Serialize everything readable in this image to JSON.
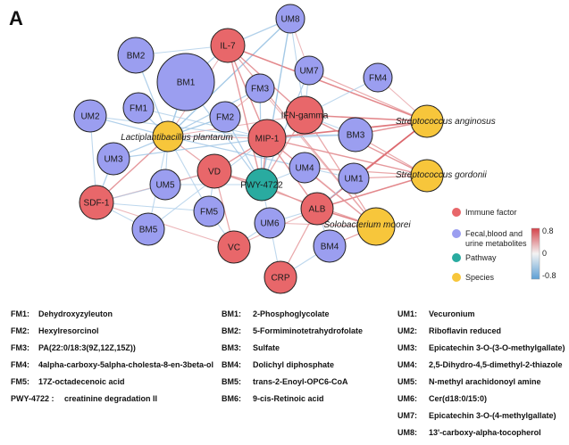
{
  "panel_label": "A",
  "colors": {
    "immune": "#e8676a",
    "metabolite": "#9b9ef0",
    "pathway": "#29aba0",
    "species": "#f7c63b",
    "positive_edge": "#d4434a",
    "negative_edge": "#5d9fd4"
  },
  "legend": {
    "categories": [
      {
        "label": "Immune factor",
        "color": "#e8676a"
      },
      {
        "label": "Fecal,blood and\nurine metabolites",
        "color": "#9b9ef0"
      },
      {
        "label": "Pathway",
        "color": "#29aba0"
      },
      {
        "label": "Species",
        "color": "#f7c63b"
      }
    ],
    "colorbar_ticks": [
      "0.8",
      "0",
      "-0.8"
    ],
    "colorbar_range": [
      -0.8,
      0.8
    ]
  },
  "nodes": [
    {
      "id": "UM8",
      "label": "UM8",
      "category": "metabolite"
    },
    {
      "id": "BM2",
      "label": "BM2",
      "category": "metabolite"
    },
    {
      "id": "IL-7",
      "label": "IL-7",
      "category": "immune"
    },
    {
      "id": "BM1",
      "label": "BM1",
      "category": "metabolite"
    },
    {
      "id": "UM7",
      "label": "UM7",
      "category": "metabolite"
    },
    {
      "id": "FM4",
      "label": "FM4",
      "category": "metabolite"
    },
    {
      "id": "FM3",
      "label": "FM3",
      "category": "metabolite"
    },
    {
      "id": "UM2",
      "label": "UM2",
      "category": "metabolite"
    },
    {
      "id": "FM1",
      "label": "FM1",
      "category": "metabolite"
    },
    {
      "id": "FM2",
      "label": "FM2",
      "category": "metabolite"
    },
    {
      "id": "IFN",
      "label": "IFN-gamma",
      "category": "immune"
    },
    {
      "id": "SA",
      "label": "Streptococcus anginosus",
      "category": "species"
    },
    {
      "id": "LP",
      "label": "Lactiplantibacillus plantarum",
      "category": "species"
    },
    {
      "id": "MIP",
      "label": "MIP-1",
      "category": "immune"
    },
    {
      "id": "BM3",
      "label": "BM3",
      "category": "metabolite"
    },
    {
      "id": "UM3",
      "label": "UM3",
      "category": "metabolite"
    },
    {
      "id": "VD",
      "label": "VD",
      "category": "immune"
    },
    {
      "id": "UM4",
      "label": "UM4",
      "category": "metabolite"
    },
    {
      "id": "SG",
      "label": "Streptococcus gordonii",
      "category": "species"
    },
    {
      "id": "PWY",
      "label": "PWY-4722",
      "category": "pathway"
    },
    {
      "id": "UM1",
      "label": "UM1",
      "category": "metabolite"
    },
    {
      "id": "UM5",
      "label": "UM5",
      "category": "metabolite"
    },
    {
      "id": "SDF",
      "label": "SDF-1",
      "category": "immune"
    },
    {
      "id": "FM5",
      "label": "FM5",
      "category": "metabolite"
    },
    {
      "id": "ALB",
      "label": "ALB",
      "category": "immune"
    },
    {
      "id": "SM",
      "label": "Solobacterium moorei",
      "category": "species"
    },
    {
      "id": "UM6",
      "label": "UM6",
      "category": "metabolite"
    },
    {
      "id": "BM5",
      "label": "BM5",
      "category": "metabolite"
    },
    {
      "id": "VC",
      "label": "VC",
      "category": "immune"
    },
    {
      "id": "BM4",
      "label": "BM4",
      "category": "metabolite"
    },
    {
      "id": "CRP",
      "label": "CRP",
      "category": "immune"
    }
  ],
  "edges": [
    {
      "source": "LP",
      "target": "UM8",
      "r": -0.5
    },
    {
      "source": "LP",
      "target": "BM2",
      "r": -0.4
    },
    {
      "source": "LP",
      "target": "IL-7",
      "r": 0.3
    },
    {
      "source": "LP",
      "target": "BM1",
      "r": -0.5
    },
    {
      "source": "LP",
      "target": "FM3",
      "r": -0.4
    },
    {
      "source": "LP",
      "target": "UM2",
      "r": -0.4
    },
    {
      "source": "LP",
      "target": "FM1",
      "r": -0.4
    },
    {
      "source": "LP",
      "target": "FM2",
      "r": -0.5
    },
    {
      "source": "LP",
      "target": "IFN",
      "r": 0.3
    },
    {
      "source": "LP",
      "target": "MIP",
      "r": 0.3
    },
    {
      "source": "LP",
      "target": "BM3",
      "r": -0.3
    },
    {
      "source": "LP",
      "target": "UM3",
      "r": -0.4
    },
    {
      "source": "LP",
      "target": "VD",
      "r": 0.4
    },
    {
      "source": "LP",
      "target": "UM4",
      "r": -0.3
    },
    {
      "source": "LP",
      "target": "UM5",
      "r": -0.3
    },
    {
      "source": "LP",
      "target": "SDF",
      "r": 0.5
    },
    {
      "source": "LP",
      "target": "FM5",
      "r": -0.3
    },
    {
      "source": "LP",
      "target": "UM1",
      "r": -0.3
    },
    {
      "source": "LP",
      "target": "BM5",
      "r": -0.3
    },
    {
      "source": "SA",
      "target": "IL-7",
      "r": 0.6
    },
    {
      "source": "SA",
      "target": "FM4",
      "r": 0.3
    },
    {
      "source": "SA",
      "target": "IFN",
      "r": 0.6
    },
    {
      "source": "SA",
      "target": "MIP",
      "r": 0.7
    },
    {
      "source": "SA",
      "target": "BM3",
      "r": 0.5
    },
    {
      "source": "SA",
      "target": "UM1",
      "r": 0.5
    },
    {
      "source": "SA",
      "target": "ALB",
      "r": 0.7
    },
    {
      "source": "SA",
      "target": "UM7",
      "r": 0.4
    },
    {
      "source": "SG",
      "target": "MIP",
      "r": 0.5
    },
    {
      "source": "SG",
      "target": "IFN",
      "r": 0.5
    },
    {
      "source": "SG",
      "target": "UM1",
      "r": 0.4
    },
    {
      "source": "SG",
      "target": "ALB",
      "r": 0.6
    },
    {
      "source": "SG",
      "target": "BM3",
      "r": 0.4
    },
    {
      "source": "SG",
      "target": "UM4",
      "r": 0.4
    },
    {
      "source": "SM",
      "target": "IL-7",
      "r": 0.4
    },
    {
      "source": "SM",
      "target": "MIP",
      "r": 0.5
    },
    {
      "source": "SM",
      "target": "IFN",
      "r": 0.4
    },
    {
      "source": "SM",
      "target": "ALB",
      "r": 0.6
    },
    {
      "source": "SM",
      "target": "VD",
      "r": 0.4
    },
    {
      "source": "SM",
      "target": "UM6",
      "r": 0.3
    },
    {
      "source": "SM",
      "target": "BM4",
      "r": 0.4
    },
    {
      "source": "SM",
      "target": "UM4",
      "r": 0.3
    },
    {
      "source": "SM",
      "target": "FM3",
      "r": 0.3
    },
    {
      "source": "PWY",
      "target": "UM8",
      "r": -0.5
    },
    {
      "source": "PWY",
      "target": "IL-7",
      "r": 0.5
    },
    {
      "source": "PWY",
      "target": "MIP",
      "r": 0.5
    },
    {
      "source": "PWY",
      "target": "VD",
      "r": 0.5
    },
    {
      "source": "PWY",
      "target": "FM2",
      "r": -0.4
    },
    {
      "source": "PWY",
      "target": "FM3",
      "r": -0.4
    },
    {
      "source": "PWY",
      "target": "UM6",
      "r": -0.3
    },
    {
      "source": "PWY",
      "target": "ALB",
      "r": 0.4
    },
    {
      "source": "PWY",
      "target": "UM7",
      "r": -0.4
    },
    {
      "source": "PWY",
      "target": "UM4",
      "r": -0.3
    },
    {
      "source": "PWY",
      "target": "UM5",
      "r": -0.3
    },
    {
      "source": "PWY",
      "target": "BM1",
      "r": -0.4
    },
    {
      "source": "PWY",
      "target": "IFN",
      "r": 0.4
    },
    {
      "source": "IL-7",
      "target": "UM8",
      "r": -0.4
    },
    {
      "source": "IL-7",
      "target": "BM2",
      "r": -0.3
    },
    {
      "source": "IL-7",
      "target": "BM1",
      "r": -0.4
    },
    {
      "source": "IL-7",
      "target": "MIP",
      "r": 0.5
    },
    {
      "source": "IL-7",
      "target": "IFN",
      "r": 0.5
    },
    {
      "source": "MIP",
      "target": "UM3",
      "r": -0.4
    },
    {
      "source": "MIP",
      "target": "BM3",
      "r": -0.4
    },
    {
      "source": "MIP",
      "target": "FM1",
      "r": -0.3
    },
    {
      "source": "MIP",
      "target": "UM2",
      "r": -0.3
    },
    {
      "source": "MIP",
      "target": "BM5",
      "r": -0.3
    },
    {
      "source": "MIP",
      "target": "VD",
      "r": 0.5
    },
    {
      "source": "MIP",
      "target": "ALB",
      "r": 0.5
    },
    {
      "source": "IFN",
      "target": "FM4",
      "r": -0.3
    },
    {
      "source": "IFN",
      "target": "UM7",
      "r": -0.3
    },
    {
      "source": "IFN",
      "target": "UM8",
      "r": -0.3
    },
    {
      "source": "IFN",
      "target": "BM3",
      "r": -0.3
    },
    {
      "source": "VD",
      "target": "UM5",
      "r": -0.3
    },
    {
      "source": "VD",
      "target": "FM5",
      "r": -0.3
    },
    {
      "source": "VD",
      "target": "SDF",
      "r": 0.4
    },
    {
      "source": "VD",
      "target": "VC",
      "r": 0.4
    },
    {
      "source": "SDF",
      "target": "UM3",
      "r": -0.4
    },
    {
      "source": "SDF",
      "target": "UM5",
      "r": -0.3
    },
    {
      "source": "SDF",
      "target": "BM5",
      "r": -0.3
    },
    {
      "source": "SDF",
      "target": "FM5",
      "r": -0.3
    },
    {
      "source": "SDF",
      "target": "UM2",
      "r": -0.3
    },
    {
      "source": "SDF",
      "target": "VC",
      "r": 0.3
    },
    {
      "source": "ALB",
      "target": "UM1",
      "r": -0.3
    },
    {
      "source": "ALB",
      "target": "UM6",
      "r": -0.3
    },
    {
      "source": "ALB",
      "target": "BM4",
      "r": -0.3
    },
    {
      "source": "ALB",
      "target": "CRP",
      "r": 0.4
    },
    {
      "source": "ALB",
      "target": "VC",
      "r": 0.3
    },
    {
      "source": "VC",
      "target": "FM5",
      "r": -0.3
    },
    {
      "source": "VC",
      "target": "UM6",
      "r": -0.3
    },
    {
      "source": "CRP",
      "target": "BM4",
      "r": -0.3
    },
    {
      "source": "CRP",
      "target": "UM6",
      "r": -0.3
    },
    {
      "source": "UM8",
      "target": "UM7",
      "r": 0.3
    },
    {
      "source": "FM2",
      "target": "FM3",
      "r": 0.3
    }
  ],
  "abbreviations": {
    "fm": [
      {
        "code": "FM1:",
        "name": "Dehydroxyzyleuton"
      },
      {
        "code": "FM2:",
        "name": "Hexylresorcinol"
      },
      {
        "code": "FM3:",
        "name": "PA(22:0/18:3(9Z,12Z,15Z))"
      },
      {
        "code": "FM4:",
        "name": "4alpha-carboxy-5alpha-cholesta-8-en-3beta-ol"
      },
      {
        "code": "FM5:",
        "name": "17Z-octadecenoic acid"
      },
      {
        "code": "PWY-4722 :",
        "name": "creatinine degradation II"
      }
    ],
    "bm": [
      {
        "code": "BM1:",
        "name": "2-Phosphoglycolate"
      },
      {
        "code": "BM2:",
        "name": "5-Formiminotetrahydrofolate"
      },
      {
        "code": "BM3:",
        "name": "Sulfate"
      },
      {
        "code": "BM4:",
        "name": "Dolichyl diphosphate"
      },
      {
        "code": "BM5:",
        "name": "trans-2-Enoyl-OPC6-CoA"
      },
      {
        "code": "BM6:",
        "name": "9-cis-Retinoic acid"
      }
    ],
    "um": [
      {
        "code": "UM1:",
        "name": "Vecuronium"
      },
      {
        "code": "UM2:",
        "name": "Riboflavin reduced"
      },
      {
        "code": "UM3:",
        "name": "Epicatechin 3-O-(3-O-methylgallate)"
      },
      {
        "code": "UM4:",
        "name": "2,5-Dihydro-4,5-dimethyl-2-thiazole"
      },
      {
        "code": "UM5:",
        "name": "N-methyl arachidonoyl amine"
      },
      {
        "code": "UM6:",
        "name": "Cer(d18:0/15:0)"
      },
      {
        "code": "UM7:",
        "name": "Epicatechin 3-O-(4-methylgallate)"
      },
      {
        "code": "UM8:",
        "name": "13'-carboxy-alpha-tocopherol"
      }
    ]
  }
}
